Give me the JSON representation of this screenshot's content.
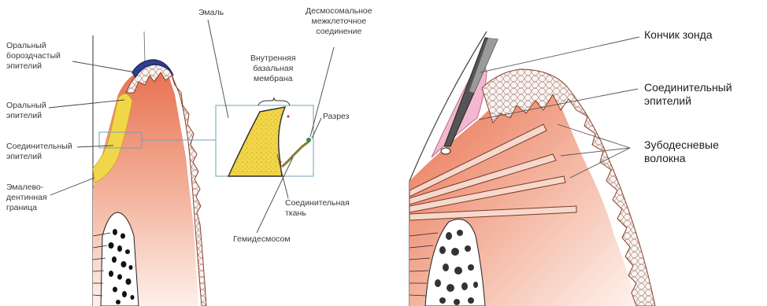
{
  "left_figure": {
    "labels": {
      "oral_sulcular_epithelium": "Оральный\nбороздчастый\nэпителий",
      "oral_epithelium": "Оральный\nэпителий",
      "junctional_epithelium": "Соединительный\nэпителий",
      "cementoenamel_junction": "Эмалево-\nдентинная\nграница",
      "enamel": "Эмаль",
      "internal_basal_lamina": "Внутренняя\nбазальная\nмембрана",
      "desmosomal_junction": "Десмосомальное\nмежклеточное\nсоединение",
      "section": "Разрез",
      "connective_tissue": "Соединительная\nткань",
      "hemidesmosome": "Гемидесмосом"
    }
  },
  "right_figure": {
    "labels": {
      "probe_tip": "Кончик зонда",
      "junctional_epithelium": "Соединительный\nэпителий",
      "gingival_fibers": "Зубодесневые\nволокна"
    }
  },
  "colors": {
    "enamel_blue": "#2f3f8f",
    "epithelium_yellow": "#f2d64a",
    "connective_red": "#e8704f",
    "mucosa_pink": "#f3b8cf",
    "leader_line": "#555555"
  }
}
